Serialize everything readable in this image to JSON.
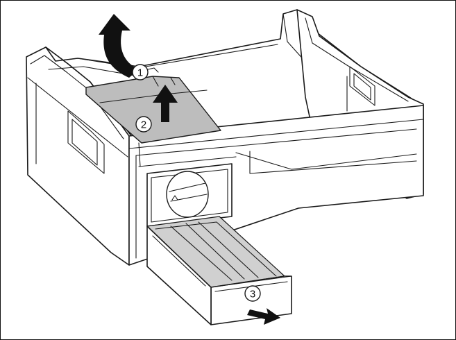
{
  "steps": [
    {
      "label": "1"
    },
    {
      "label": "2"
    },
    {
      "label": "3"
    }
  ],
  "colors": {
    "line": "#1a1a1a",
    "filter_cover": "#bdbdbd",
    "arrow": "#111111"
  }
}
